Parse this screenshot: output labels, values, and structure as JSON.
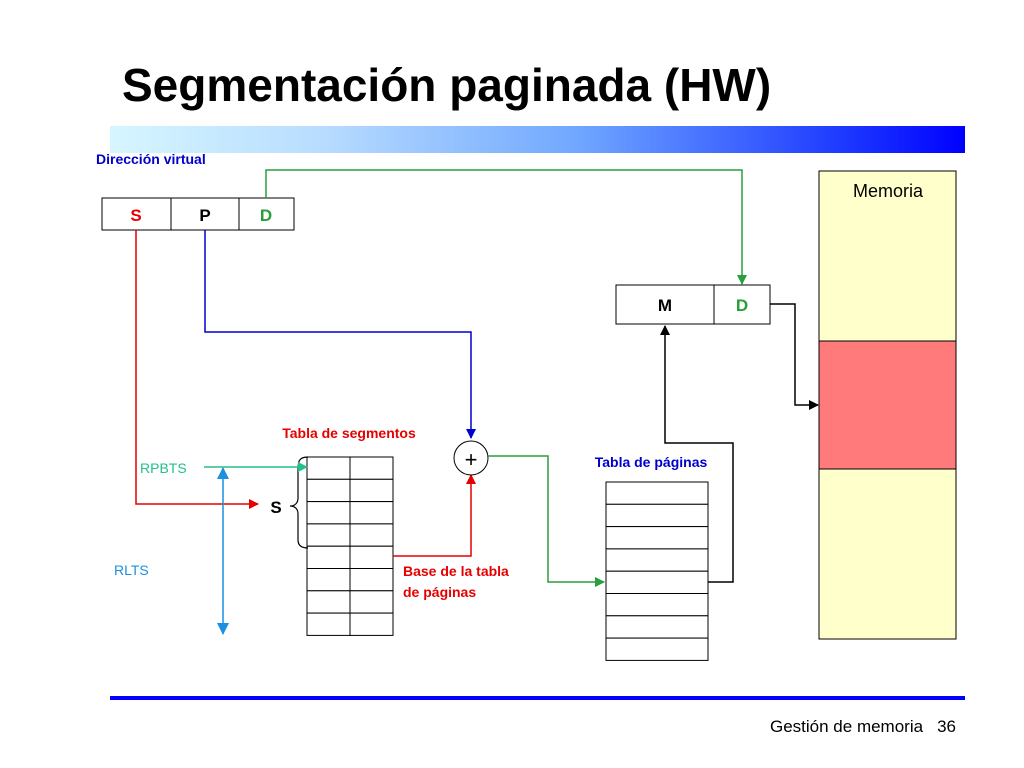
{
  "title": "Segmentación paginada (HW)",
  "footer": {
    "text": "Gestión de memoria",
    "page": "36"
  },
  "labels": {
    "virtual_address": "Dirección virtual",
    "s": "S",
    "p": "P",
    "d": "D",
    "m": "M",
    "d2": "D",
    "memory": "Memoria",
    "segment_table": "Tabla de segmentos",
    "page_table": "Tabla de páginas",
    "plus": "+",
    "rpbts": "RPBTS",
    "rlts": "RLTS",
    "s_index": "S",
    "base_line1": "Base de la tabla",
    "base_line2": "de páginas"
  },
  "colors": {
    "red": "#e60000",
    "green": "#2a9e3a",
    "blue": "#0000cc",
    "teal": "#22c08a",
    "cyan": "#1a90e0",
    "memory_fill": "#ffffcc",
    "memory_block": "#ff7a7a",
    "title_gradient_end": "#0000ff"
  }
}
